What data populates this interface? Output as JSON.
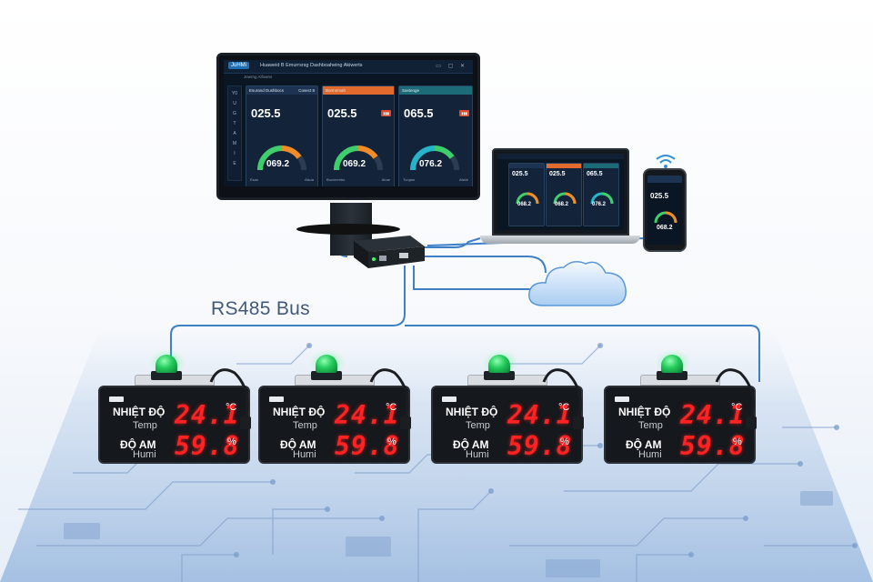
{
  "bus_label": "RS485 Bus",
  "dashboard": {
    "brand": "JuHMi",
    "title": "Huaweid B Emurrsrsg Dashboaheing Akiwerts",
    "subnav": "Jewrng Aifowns",
    "side_letters": [
      "Y0",
      "U",
      "G",
      "T",
      "A",
      "M",
      "I",
      "E"
    ],
    "cards": [
      {
        "head": "Esurand Dushbocs",
        "head_right": "Cosect 8",
        "value": "025.5",
        "gauge": "069.2",
        "foot_left": "Esas",
        "foot_right": "Alsoa"
      },
      {
        "head": "Bormnmah",
        "head_right": "",
        "value": "025.5",
        "gauge": "069.2",
        "foot_left": "Bucnmmtsr",
        "foot_right": "Alrae"
      },
      {
        "head": "Sastenge",
        "head_right": "",
        "value": "065.5",
        "gauge": "076.2",
        "foot_left": "Tunjam",
        "foot_right": "Alsbe"
      }
    ]
  },
  "laptop": {
    "cards": [
      {
        "value": "025.5",
        "gauge": "068.2"
      },
      {
        "value": "025.5",
        "gauge": "068.2"
      },
      {
        "value": "065.5",
        "gauge": "076.2"
      }
    ]
  },
  "phone": {
    "value": "025.5",
    "gauge": "068.2"
  },
  "units": [
    {
      "temp_label": "NHIỆT ĐỘ",
      "temp_sub": "Temp",
      "temp_value": "24.1",
      "temp_unit": "°C",
      "humi_label": "ĐỘ AM",
      "humi_sub": "Humi",
      "humi_value": "59.8",
      "humi_unit": "%"
    },
    {
      "temp_label": "NHIỆT ĐỘ",
      "temp_sub": "Temp",
      "temp_value": "24.1",
      "temp_unit": "°C",
      "humi_label": "ĐỘ AM",
      "humi_sub": "Humi",
      "humi_value": "59.8",
      "humi_unit": "%"
    },
    {
      "temp_label": "NHIỆT ĐỘ",
      "temp_sub": "Temp",
      "temp_value": "24.1",
      "temp_unit": "°C",
      "humi_label": "ĐỘ AM",
      "humi_sub": "Humi",
      "humi_value": "59.8",
      "humi_unit": "%"
    },
    {
      "temp_label": "NHIỆT ĐỘ",
      "temp_sub": "Temp",
      "temp_value": "24.1",
      "temp_unit": "°C",
      "humi_label": "ĐỘ AM",
      "humi_sub": "Humi",
      "humi_value": "59.8",
      "humi_unit": "%"
    }
  ],
  "colors": {
    "bus_line": "#3f7fc6",
    "lamp": "#21c95a",
    "led_digits": "#ff2222",
    "gauge_green": "#3ecf6a",
    "gauge_orange": "#f28c28",
    "gauge_teal": "#25b5c9",
    "card_head_orange": "#e26a2c"
  },
  "icons": [
    "wifi-icon",
    "cloud-icon",
    "gateway-box-icon",
    "status-lamp-icon"
  ]
}
